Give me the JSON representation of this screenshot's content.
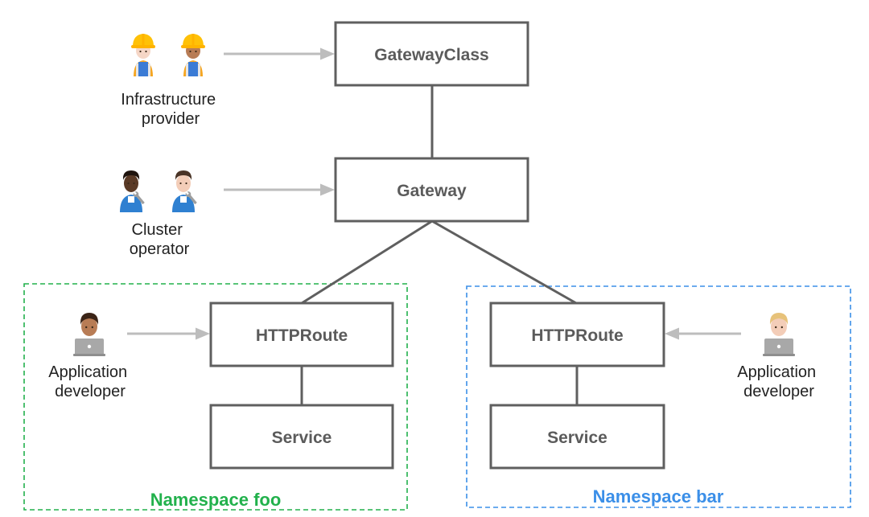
{
  "nodes": {
    "gatewayclass": "GatewayClass",
    "gateway": "Gateway",
    "httproute_foo": "HTTPRoute",
    "service_foo": "Service",
    "httproute_bar": "HTTPRoute",
    "service_bar": "Service"
  },
  "roles": {
    "infrastructure_provider": [
      "Infrastructure",
      "provider"
    ],
    "cluster_operator": [
      "Cluster",
      "operator"
    ],
    "app_dev_foo": [
      "Application",
      "developer"
    ],
    "app_dev_bar": [
      "Application",
      "developer"
    ]
  },
  "namespaces": {
    "foo": {
      "label": "Namespace foo",
      "color": "#22b14c"
    },
    "bar": {
      "label": "Namespace bar",
      "color": "#3b8fe8"
    }
  },
  "icons": {
    "infrastructure_provider": [
      "construction-worker-icon",
      "construction-worker-icon"
    ],
    "cluster_operator": [
      "mechanic-icon",
      "mechanic-icon"
    ],
    "app_dev_foo": "technologist-icon",
    "app_dev_bar": "technologist-icon"
  },
  "colors": {
    "box_stroke": "#5f5f5f",
    "box_text": "#5b5b5b",
    "arrow": "#bdbdbd",
    "laptop": "#a8a8a8"
  }
}
